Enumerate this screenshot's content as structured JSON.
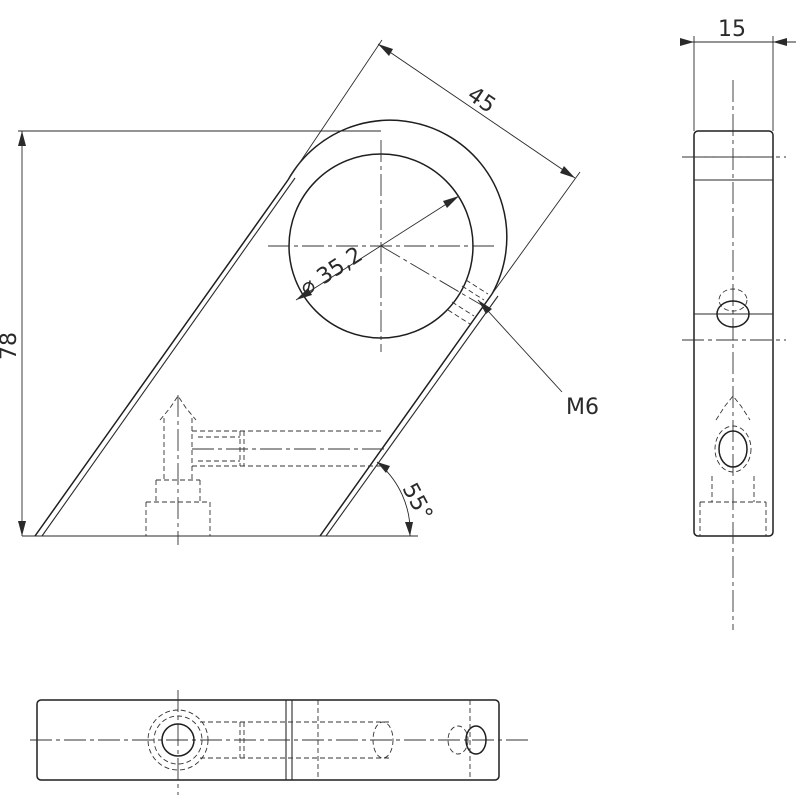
{
  "drawing": {
    "front_view": {
      "dim_width": "45",
      "dim_height": "78",
      "dim_diameter": "⌀ 35,2",
      "dim_angle": "55°",
      "thread_callout": "M6"
    },
    "side_view": {
      "dim_thickness": "15"
    }
  }
}
